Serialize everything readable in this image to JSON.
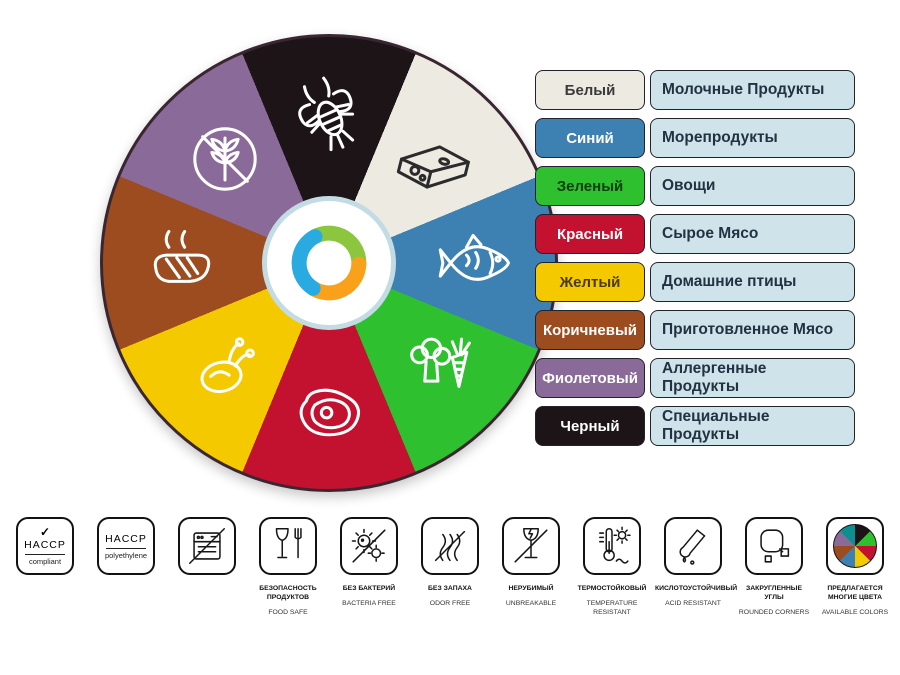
{
  "wheel": {
    "border_color": "#3a2631",
    "segments": [
      {
        "color_name": "black",
        "color": "#1d1418",
        "icon": "lobster-icon"
      },
      {
        "color_name": "white",
        "color": "#edeae2",
        "icon": "cheese-icon"
      },
      {
        "color_name": "blue",
        "color": "#3d80b2",
        "icon": "fish-icon"
      },
      {
        "color_name": "green",
        "color": "#2ec02e",
        "icon": "vegetables-icon"
      },
      {
        "color_name": "red",
        "color": "#c2122f",
        "icon": "raw-meat-icon"
      },
      {
        "color_name": "yellow",
        "color": "#f4c900",
        "icon": "poultry-icon"
      },
      {
        "color_name": "brown",
        "color": "#9c4c1e",
        "icon": "cooked-meat-icon"
      },
      {
        "color_name": "purple",
        "color": "#8a6a99",
        "icon": "gluten-free-icon"
      }
    ],
    "logo_colors": {
      "green": "#8cc63f",
      "blue": "#29abe2",
      "orange": "#f9a11b"
    }
  },
  "legend": {
    "value_bg": "#cfe4ea",
    "value_text": "#233242",
    "rows": [
      {
        "label": "Белый",
        "value": "Молочные Продукты",
        "color": "#edeae2",
        "text_color": "#3a3a3a"
      },
      {
        "label": "Синий",
        "value": "Морепродукты",
        "color": "#3d80b2",
        "text_color": "#ffffff"
      },
      {
        "label": "Зеленый",
        "value": "Овощи",
        "color": "#2ec02e",
        "text_color": "#0d3d0d"
      },
      {
        "label": "Красный",
        "value": "Сырое Мясо",
        "color": "#c2122f",
        "text_color": "#ffffff"
      },
      {
        "label": "Желтый",
        "value": "Домашние птицы",
        "color": "#f4c900",
        "text_color": "#4a3a06"
      },
      {
        "label": "Коричневый",
        "value": "Приготовленное Мясо",
        "color": "#9c4c1e",
        "text_color": "#ffffff"
      },
      {
        "label": "Фиолетовый",
        "value": "Аллергенные Продукты",
        "color": "#8a6a99",
        "text_color": "#ffffff"
      },
      {
        "label": "Черный",
        "value": "Специальные Продукты",
        "color": "#1d1418",
        "text_color": "#ffffff"
      }
    ]
  },
  "badges": [
    {
      "name": "haccp-compliant",
      "check": "✓",
      "line1": "HACCP",
      "line2": "compliant"
    },
    {
      "name": "haccp-polyethylene",
      "line1": "HACCP",
      "line2": "polyethylene"
    },
    {
      "name": "no-dishwasher"
    },
    {
      "name": "food-safe",
      "caption_ru": "БЕЗОПАСНОСТЬ ПРОДУКТОВ",
      "caption_en": "FOOD SAFE"
    },
    {
      "name": "bacteria-free",
      "caption_ru": "БЕЗ БАКТЕРИЙ",
      "caption_en": "BACTERIA FREE"
    },
    {
      "name": "odor-free",
      "caption_ru": "БЕЗ ЗАПАХА",
      "caption_en": "ODOR FREE"
    },
    {
      "name": "unbreakable",
      "caption_ru": "НЕРУБИМЫЙ",
      "caption_en": "UNBREAKABLE"
    },
    {
      "name": "temperature-resistant",
      "caption_ru": "ТЕРМОСТОЙКОВЫЙ",
      "caption_en": "TEMPERATURE RESISTANT"
    },
    {
      "name": "acid-resistant",
      "caption_ru": "КИСЛОТОУСТОЙЧИВЫЙ",
      "caption_en": "ACID RESISTANT"
    },
    {
      "name": "rounded-corners",
      "caption_ru": "ЗАКРУГЛЕННЫЕ УГЛЫ",
      "caption_en": "ROUNDED CORNERS"
    },
    {
      "name": "available-colors",
      "caption_ru": "ПРЕДЛАГАЕТСЯ МНОГИЕ ЦВЕТА",
      "caption_en": "AVAILABLE COLORS"
    }
  ],
  "palette": [
    "#1d1418",
    "#2ec02e",
    "#c2122f",
    "#f4c900",
    "#3d80b2",
    "#9c4c1e",
    "#8a6a99",
    "#0e8f8f"
  ]
}
